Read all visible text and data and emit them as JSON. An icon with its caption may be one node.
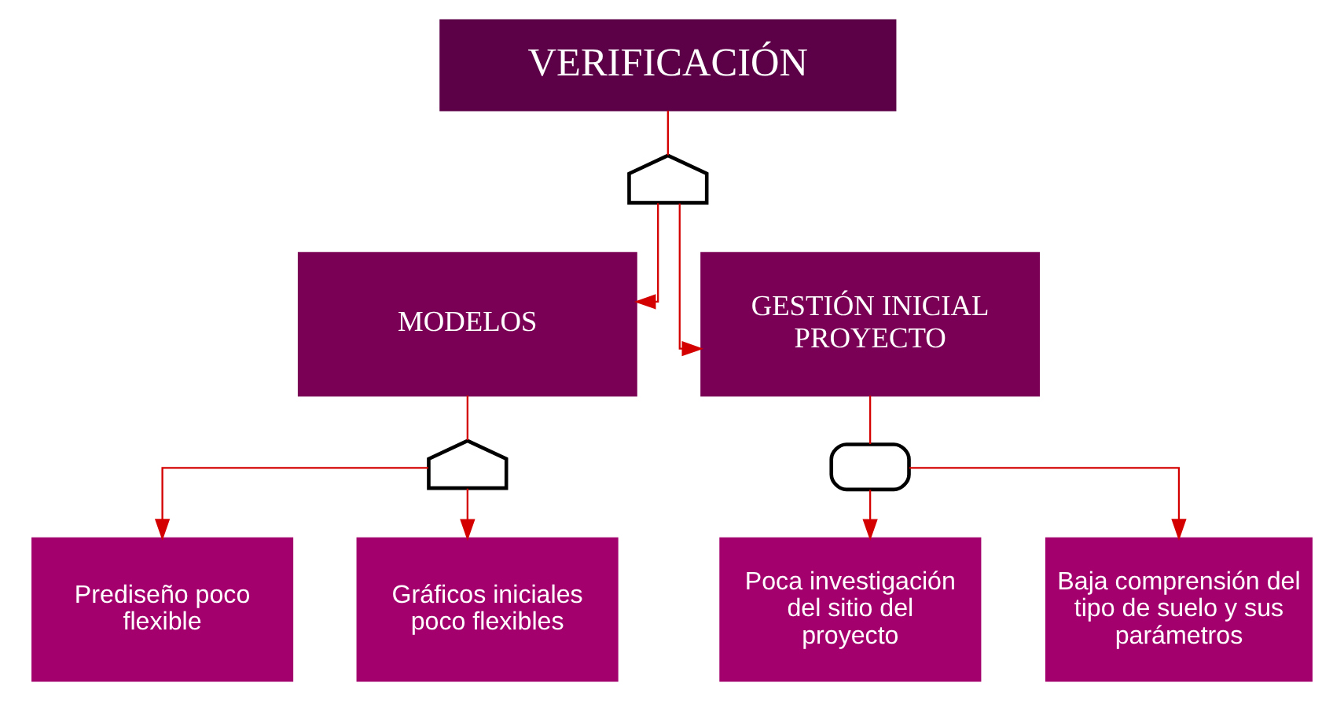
{
  "diagram": {
    "nodes": [
      {
        "text": [
          "VERIFICACIÓN"
        ]
      },
      {
        "text": [],
        "shape": "orgate"
      },
      {
        "text": [
          "MODELOS"
        ]
      },
      {
        "text": [
          "GESTIÓN INICIAL PROYECTO"
        ]
      },
      {
        "text": [],
        "shape": "orgate"
      },
      {
        "text": [],
        "shape": "andgate"
      },
      {
        "text": [
          "Prediseño poco flexible"
        ]
      },
      {
        "text": [
          "Gráficos iniciales poco flexibles"
        ]
      },
      {
        "text": [
          "Poca investigación del sitio del proyecto"
        ]
      },
      {
        "text": [
          "Baja comprensión del tipo de suelo y sus parámetros"
        ]
      }
    ],
    "edges": [
      {
        "from": 0,
        "to": 1,
        "arrow": "none"
      },
      {
        "from": 1,
        "to": 2,
        "arrow": "to"
      },
      {
        "from": 1,
        "to": 3,
        "arrow": "to"
      },
      {
        "from": 2,
        "to": 4,
        "arrow": "none"
      },
      {
        "from": 3,
        "to": 5,
        "arrow": "none"
      },
      {
        "from": 4,
        "to": 6,
        "arrow": "to"
      },
      {
        "from": 4,
        "to": 7,
        "arrow": "to"
      },
      {
        "from": 5,
        "to": 8,
        "arrow": "to"
      },
      {
        "from": 5,
        "to": 9,
        "arrow": "to"
      }
    ]
  }
}
